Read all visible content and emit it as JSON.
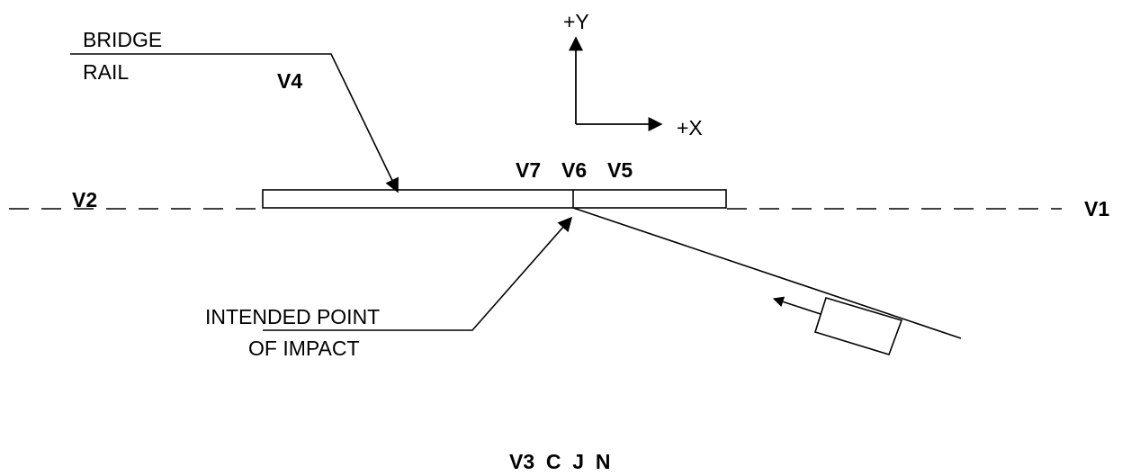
{
  "labels": {
    "bridge": "BRIDGE",
    "rail": "RAIL",
    "intended": "INTENDED  POINT",
    "impact": "OF IMPACT",
    "plus_y": "+Y",
    "plus_x": "+X"
  },
  "views": {
    "v1": "V1",
    "v2": "V2",
    "v4": "V4",
    "v5": "V5",
    "v6": "V6",
    "v7": "V7",
    "bottom": "V3  C  J  N"
  },
  "colors": {
    "stroke": "#000000",
    "background": "#ffffff"
  }
}
